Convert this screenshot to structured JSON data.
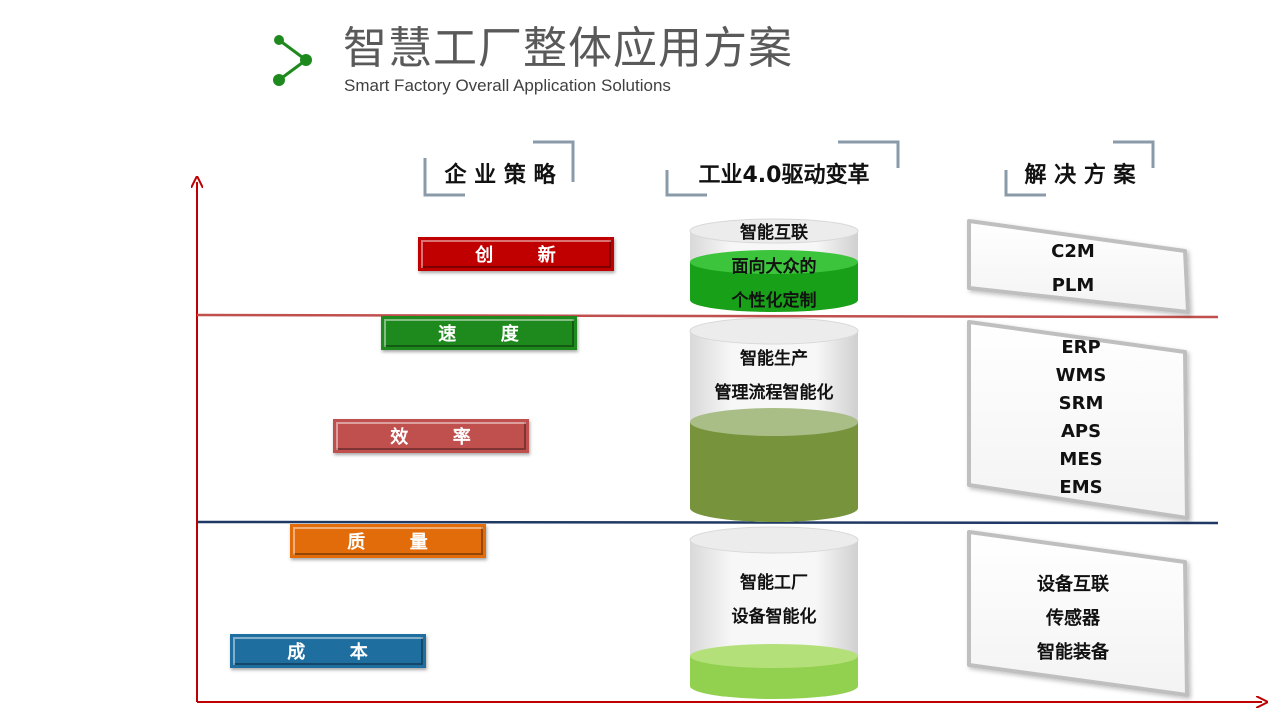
{
  "header": {
    "title": "智慧工厂整体应用方案",
    "subtitle": "Smart Factory Overall Application Solutions"
  },
  "columns": {
    "strategy": "企 业 策 略",
    "industry": "工业4.0驱动变革",
    "solution": "解 决 方 案"
  },
  "strategies": [
    {
      "label": "创      新",
      "color": "#c00000"
    },
    {
      "label": "速      度",
      "color": "#1e8a1e"
    },
    {
      "label": "效      率",
      "color": "#c0504d"
    },
    {
      "label": "质      量",
      "color": "#e36c0a"
    },
    {
      "label": "成      本",
      "color": "#1f6ea0"
    }
  ],
  "tiers": [
    {
      "lines": [
        "智能互联",
        "面向大众的",
        "个性化定制"
      ],
      "fill_color": "#18a018"
    },
    {
      "lines": [
        "智能生产",
        "管理流程智能化"
      ],
      "fill_color": "#77933c"
    },
    {
      "lines": [
        "智能工厂",
        "设备智能化"
      ],
      "fill_color": "#92d050"
    }
  ],
  "solutions": [
    {
      "items": [
        "C2M",
        "PLM"
      ]
    },
    {
      "items": [
        "ERP",
        "WMS",
        "SRM",
        "APS",
        "MES",
        "EMS"
      ]
    },
    {
      "items": [
        "设备互联",
        "传感器",
        "智能装备"
      ]
    }
  ],
  "colors": {
    "axis": "#c00000",
    "divider_top": "#c0504d",
    "divider_bottom": "#1f3864",
    "logo": "#1e8a1e"
  },
  "icons": {
    "logo": "share-nodes-icon"
  }
}
